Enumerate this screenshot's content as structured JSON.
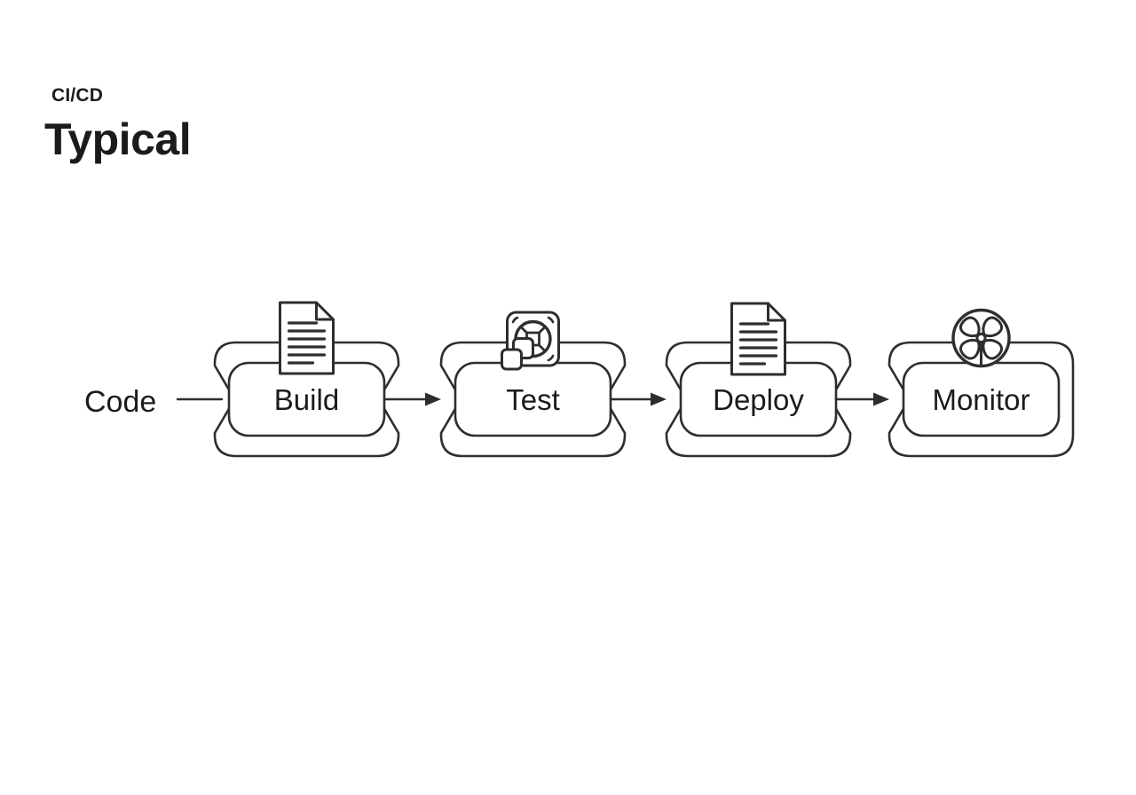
{
  "header": {
    "eyebrow": "CI/CD",
    "title": "Typical"
  },
  "diagram": {
    "source_label": "Code",
    "stages": [
      {
        "label": "Build",
        "icon": "document-icon"
      },
      {
        "label": "Test",
        "icon": "fan-icon"
      },
      {
        "label": "Deploy",
        "icon": "document-icon"
      },
      {
        "label": "Monitor",
        "icon": "flower-fan-icon"
      }
    ],
    "flow_sequence": [
      "Code",
      "Build",
      "Test",
      "Deploy",
      "Monitor"
    ],
    "colors": {
      "stroke": "#2e2e2e",
      "text": "#1b1b1b",
      "background": "#ffffff"
    }
  }
}
